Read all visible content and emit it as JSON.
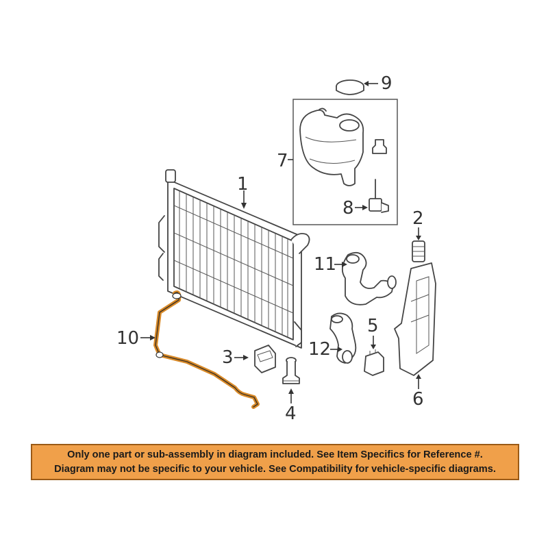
{
  "callouts": {
    "c1": "1",
    "c2": "2",
    "c3": "3",
    "c4": "4",
    "c5": "5",
    "c6": "6",
    "c7": "7",
    "c8": "8",
    "c9": "9",
    "c10": "10",
    "c11": "11",
    "c12": "12"
  },
  "highlight_color": "#d98a28",
  "notice": {
    "line1": "Only one part or sub-assembly in diagram included. See Item Specifics for Reference #.",
    "line2": "Diagram may not be specific to your vehicle. See Compatibility for vehicle-specific diagrams.",
    "background_color": "#f0a04a"
  }
}
